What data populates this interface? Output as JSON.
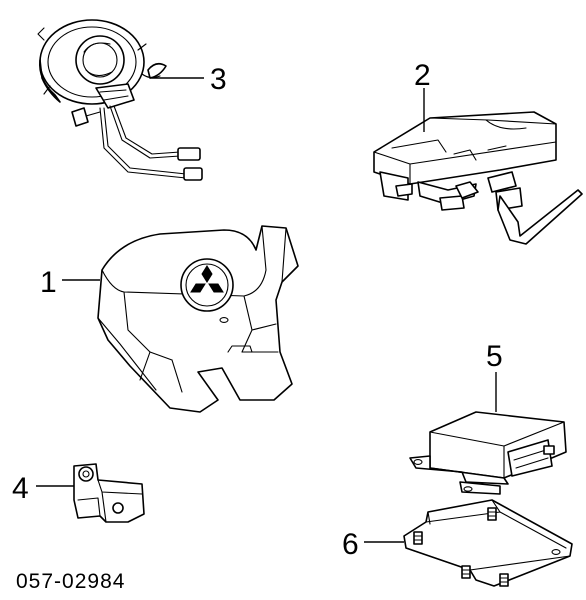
{
  "diagram": {
    "callouts": [
      {
        "id": "1",
        "label": "1"
      },
      {
        "id": "2",
        "label": "2"
      },
      {
        "id": "3",
        "label": "3"
      },
      {
        "id": "4",
        "label": "4"
      },
      {
        "id": "5",
        "label": "5"
      },
      {
        "id": "6",
        "label": "6"
      }
    ],
    "reference_code": "057-02984",
    "logo": "three-diamond-emblem"
  }
}
